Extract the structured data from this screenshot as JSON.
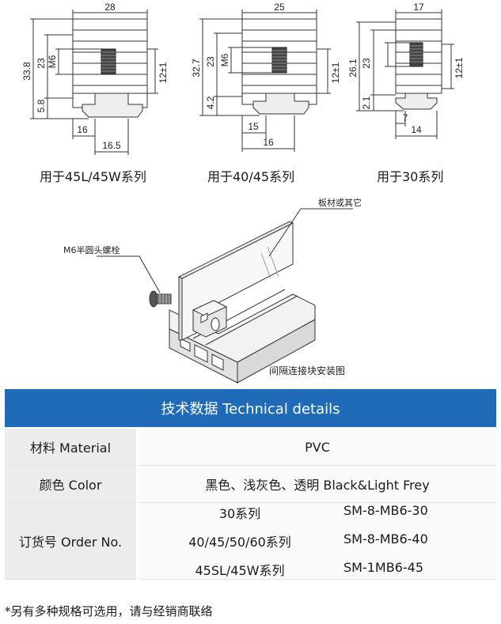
{
  "drawings": [
    {
      "caption": "用于45L/45W系列",
      "dims": {
        "width": "28",
        "height": "33.8",
        "bolt_h": "23",
        "thread": "M6",
        "tol": "12±1",
        "low": "5.8",
        "bottom1": "16",
        "bottom2": "16.5"
      }
    },
    {
      "caption": "用于40/45系列",
      "dims": {
        "width": "25",
        "height": "32.7",
        "bolt_h": "23",
        "thread": "M6",
        "tol": "12±1",
        "low": "4.2",
        "bottom1": "15",
        "bottom2": "16"
      }
    },
    {
      "caption": "用于30系列",
      "dims": {
        "width": "17",
        "height": "26.1",
        "bolt_h": "23",
        "tol": "12±1",
        "low": "2.1",
        "bottom1": "7",
        "bottom2": "14"
      }
    }
  ],
  "install": {
    "callout_panel": "板材或其它",
    "callout_bolt": "M6半圆头螺栓",
    "caption": "间隔连接块安装图"
  },
  "tech": {
    "header": "技术数据 Technical details",
    "material_label": "材料 Material",
    "material_value": "PVC",
    "color_label": "颜色 Color",
    "color_value": "黑色、浅灰色、透明 Black&Light Frey",
    "order_label": "订货号 Order No.",
    "orders": [
      {
        "series": "30系列",
        "code": "SM-8-MB6-30"
      },
      {
        "series": "40/45/50/60系列",
        "code": "SM-8-MB6-40"
      },
      {
        "series": "45SL/45W系列",
        "code": "SM-1MB6-45"
      }
    ]
  },
  "note": "*另有多种规格可选用，请与经销商联络",
  "colors": {
    "header_bg": "#1f6bb8",
    "label_bg": "#ececec"
  }
}
